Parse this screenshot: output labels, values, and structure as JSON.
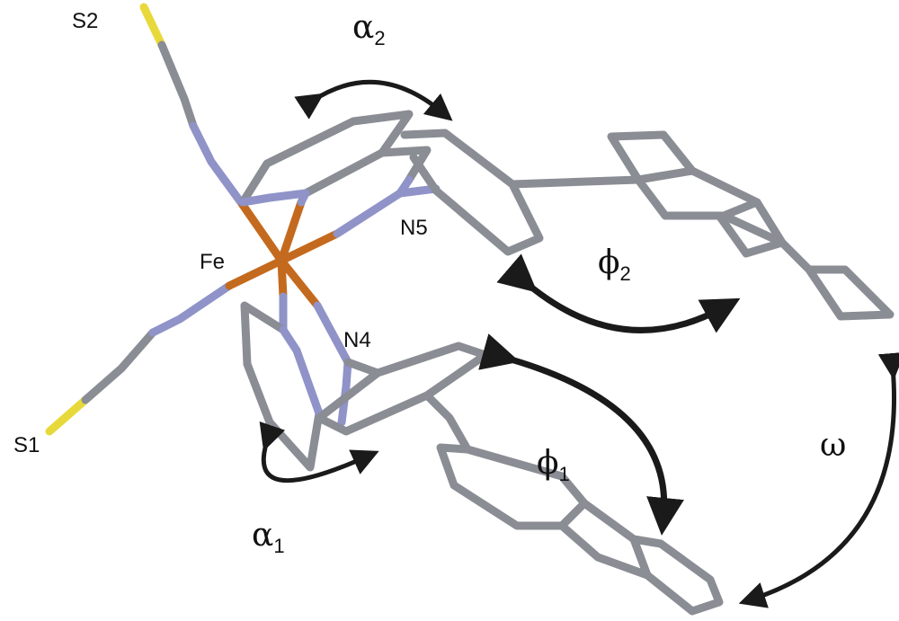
{
  "atoms": {
    "s2": "S2",
    "s1": "S1",
    "fe": "Fe",
    "n5": "N5",
    "n4": "N4"
  },
  "angles": {
    "alpha2": {
      "symbol": "α",
      "sub": "2"
    },
    "alpha1": {
      "symbol": "α",
      "sub": "1"
    },
    "phi2": {
      "symbol": "ϕ",
      "sub": "2"
    },
    "phi1": {
      "symbol": "ϕ",
      "sub": "1"
    },
    "omega": {
      "symbol": "ω"
    }
  },
  "colors": {
    "carbon": "#8a8d94",
    "nitrogen": "#8f93c8",
    "iron": "#c46a1e",
    "sulfur": "#e8d93a"
  }
}
